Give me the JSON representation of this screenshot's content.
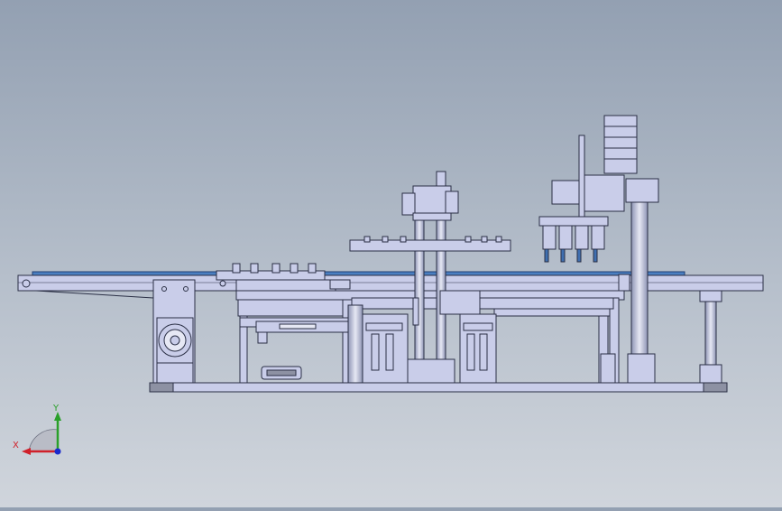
{
  "view": {
    "name": "cad-drawing-viewport",
    "colors": {
      "background_top": "#93a0b2",
      "background_bottom": "#d0d5dc",
      "part_fill": "#c9cde9",
      "part_stroke": "#2a2f45",
      "conveyor_belt": "#4a7fc1",
      "accent_blue": "#3f6fb0"
    }
  },
  "triad": {
    "x_label": "X",
    "y_label": "Y",
    "x_color": "#d0202a",
    "y_color": "#2aa02a",
    "z_color": "#1a2acc"
  }
}
